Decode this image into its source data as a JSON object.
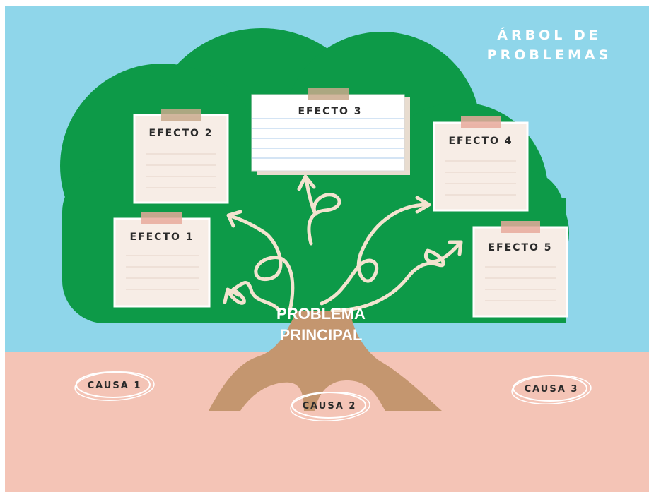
{
  "title": {
    "line1": "ÁRBOL DE",
    "line2": "PROBLEMAS"
  },
  "problem": {
    "line1": "PROBLEMA",
    "line2": "PRINCIPAL"
  },
  "effects": [
    "EFECTO 1",
    "EFECTO 2",
    "EFECTO 3",
    "EFECTO 4",
    "EFECTO 5"
  ],
  "causes": [
    "CAUSA 1",
    "CAUSA 2",
    "CAUSA 3"
  ],
  "colors": {
    "sky": "#8fd6ea",
    "ground": "#f4c4b6",
    "canopy": "#0d9a48",
    "trunk": "#c4966f",
    "arrow": "#f3e3cf",
    "note": "#f7ede6",
    "tape": "#e8a99b"
  }
}
